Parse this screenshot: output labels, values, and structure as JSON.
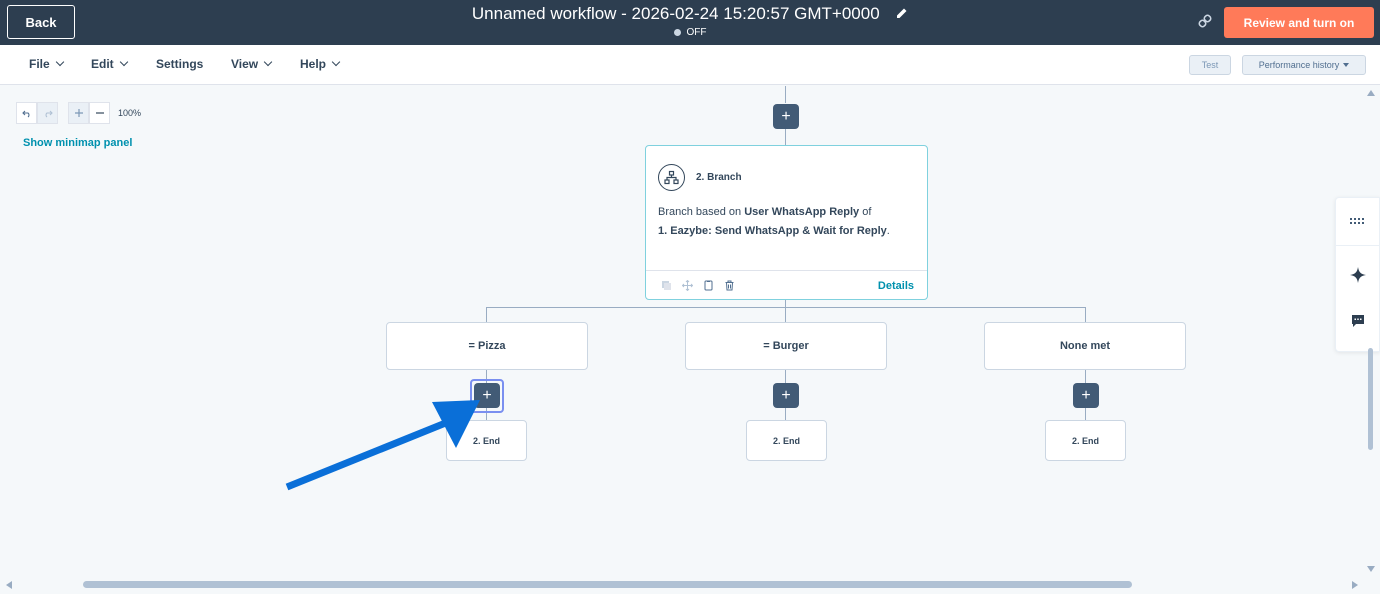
{
  "header": {
    "back_label": "Back",
    "workflow_title": "Unnamed workflow - 2026-02-24 15:20:57 GMT+0000",
    "status": "OFF",
    "review_label": "Review and turn on"
  },
  "menu": {
    "file": "File",
    "edit": "Edit",
    "settings": "Settings",
    "view": "View",
    "help": "Help",
    "test": "Test",
    "performance_history": "Performance history"
  },
  "canvas": {
    "zoom_level": "100%",
    "minimap_label": "Show minimap panel"
  },
  "branch": {
    "title": "2. Branch",
    "desc_prefix": "Branch based on ",
    "desc_property": "User WhatsApp Reply",
    "desc_middle": " of",
    "desc_action": "1. Eazybe: Send WhatsApp & Wait for Reply",
    "desc_suffix": ".",
    "details_label": "Details"
  },
  "outcomes": [
    {
      "label": "= Pizza",
      "end_label": "2. End"
    },
    {
      "label": "= Burger",
      "end_label": "2. End"
    },
    {
      "label": "None met",
      "end_label": "2. End"
    }
  ],
  "colors": {
    "topbar": "#2d3e50",
    "accent_orange": "#ff7a59",
    "link_teal": "#0091ae",
    "plus_button": "#425b76",
    "annotation_arrow": "#0a6fd8"
  },
  "icons": [
    "edit-icon",
    "link-icon",
    "undo-icon",
    "redo-icon",
    "zoom-in-icon",
    "zoom-out-icon",
    "branch-icon",
    "copy-icon",
    "move-icon",
    "clone-icon",
    "trash-icon",
    "grid-icon",
    "sparkle-icon",
    "comment-icon",
    "arrow-annotation"
  ]
}
